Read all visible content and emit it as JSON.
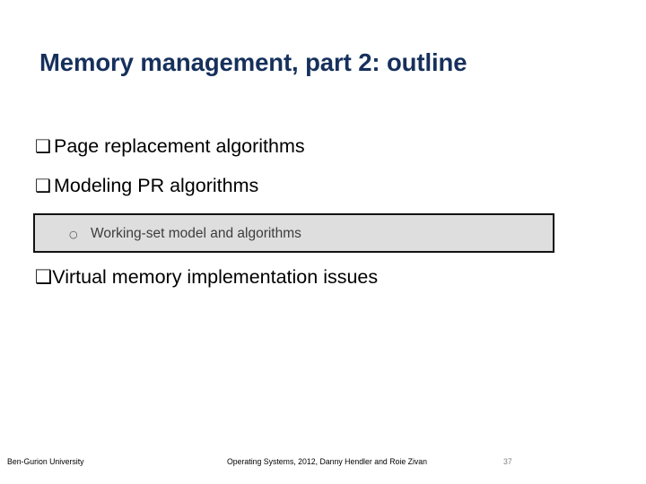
{
  "slide": {
    "title": "Memory management, part 2: outline",
    "title_color": "#16305C",
    "background_color": "#FFFFFF",
    "bullets": [
      {
        "bullet_glyph": "❑",
        "text": "Page replacement algorithms",
        "level": 1
      },
      {
        "bullet_glyph": "❑",
        "text": "Modeling PR algorithms",
        "level": 1
      }
    ],
    "highlight_box": {
      "bullet_glyph": "○",
      "text": "Working-set model and algorithms",
      "level": 2,
      "fill_color": "#DEDEDE",
      "border_color": "#121212",
      "text_color": "#3D3D3D"
    },
    "bullet_after_box": {
      "bullet_glyph": "❑",
      "text": "Virtual memory implementation issues",
      "level": 1
    }
  },
  "footer": {
    "left": "Ben-Gurion University",
    "center": "Operating Systems, 2012, Danny Hendler and Roie Zivan",
    "page_number": "37",
    "page_number_color": "#808080"
  }
}
